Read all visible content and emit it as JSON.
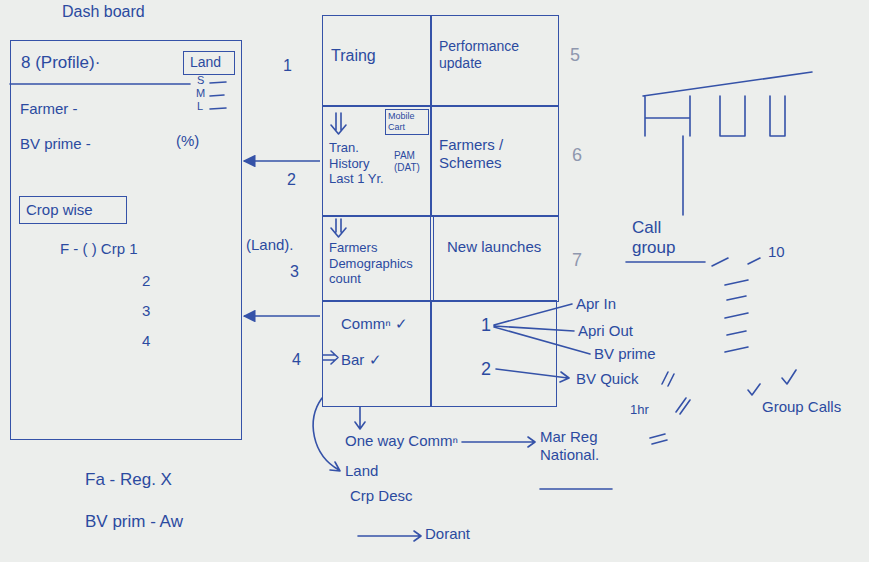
{
  "diagram": {
    "title": "Dash board",
    "nodes": [
      {
        "text": [
          "8 (Profile)·"
        ]
      },
      {
        "text": [
          "Land"
        ],
        "in": 0
      },
      {
        "text": [
          "Crop wise"
        ],
        "in": 0
      },
      {
        "text": [
          "Traing"
        ]
      },
      {
        "text": [
          "Performance update"
        ]
      },
      {
        "text": [
          "Tran. History Last 1 Yr."
        ]
      },
      {
        "text": [
          "Mobile Cart"
        ],
        "in": 5
      },
      {
        "text": [
          "Farmers / Schemes"
        ]
      },
      {
        "text": [
          "Farmers",
          "Demographics count"
        ]
      },
      {
        "text": [
          "New launches"
        ]
      },
      {
        "text": [
          "Commⁿ ✓",
          "Bar ✓"
        ]
      },
      {
        "text": [
          "1",
          "2"
        ]
      }
    ],
    "edges": [
      {
        "from": 5,
        "to": 0,
        "arrow": "to"
      },
      {
        "from": 10,
        "to": 0,
        "arrow": "to"
      }
    ],
    "labels": [
      "S",
      "M",
      "L",
      "1",
      "Farmer -",
      "BV prime -",
      "(%)",
      "F - ( ) Crp 1",
      "2",
      "3",
      "4",
      "(Land).",
      "2",
      "3",
      "4",
      "5",
      "6",
      "7",
      "PAM (DAT)",
      "Apr In",
      "Apri Out",
      "BV prime",
      "BV Quick",
      "1hr",
      "Call group",
      "10",
      "Group Calls",
      "One way Commⁿ",
      "Mar Reg National.",
      "Land",
      "Crp Desc",
      "Dorant",
      "Fa - Reg. X",
      "BV prim - Aw"
    ]
  }
}
